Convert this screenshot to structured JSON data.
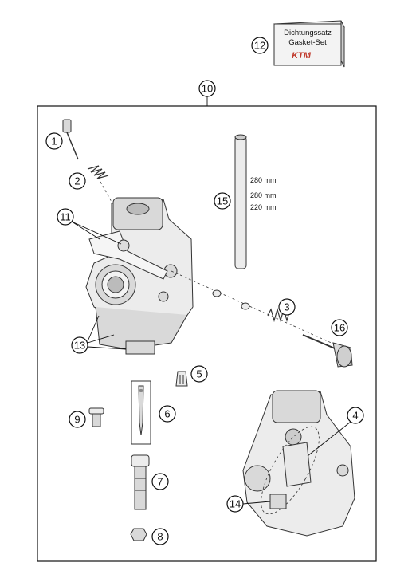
{
  "gasket_box": {
    "line1": "Dichtungssatz",
    "line2": "Gasket-Set",
    "brand": "KTM"
  },
  "callouts": [
    "1",
    "2",
    "3",
    "4",
    "5",
    "6",
    "7",
    "8",
    "9",
    "10",
    "11",
    "12",
    "13",
    "14",
    "15",
    "16"
  ],
  "lengths": [
    "280 mm",
    "280 mm",
    "220 mm"
  ]
}
